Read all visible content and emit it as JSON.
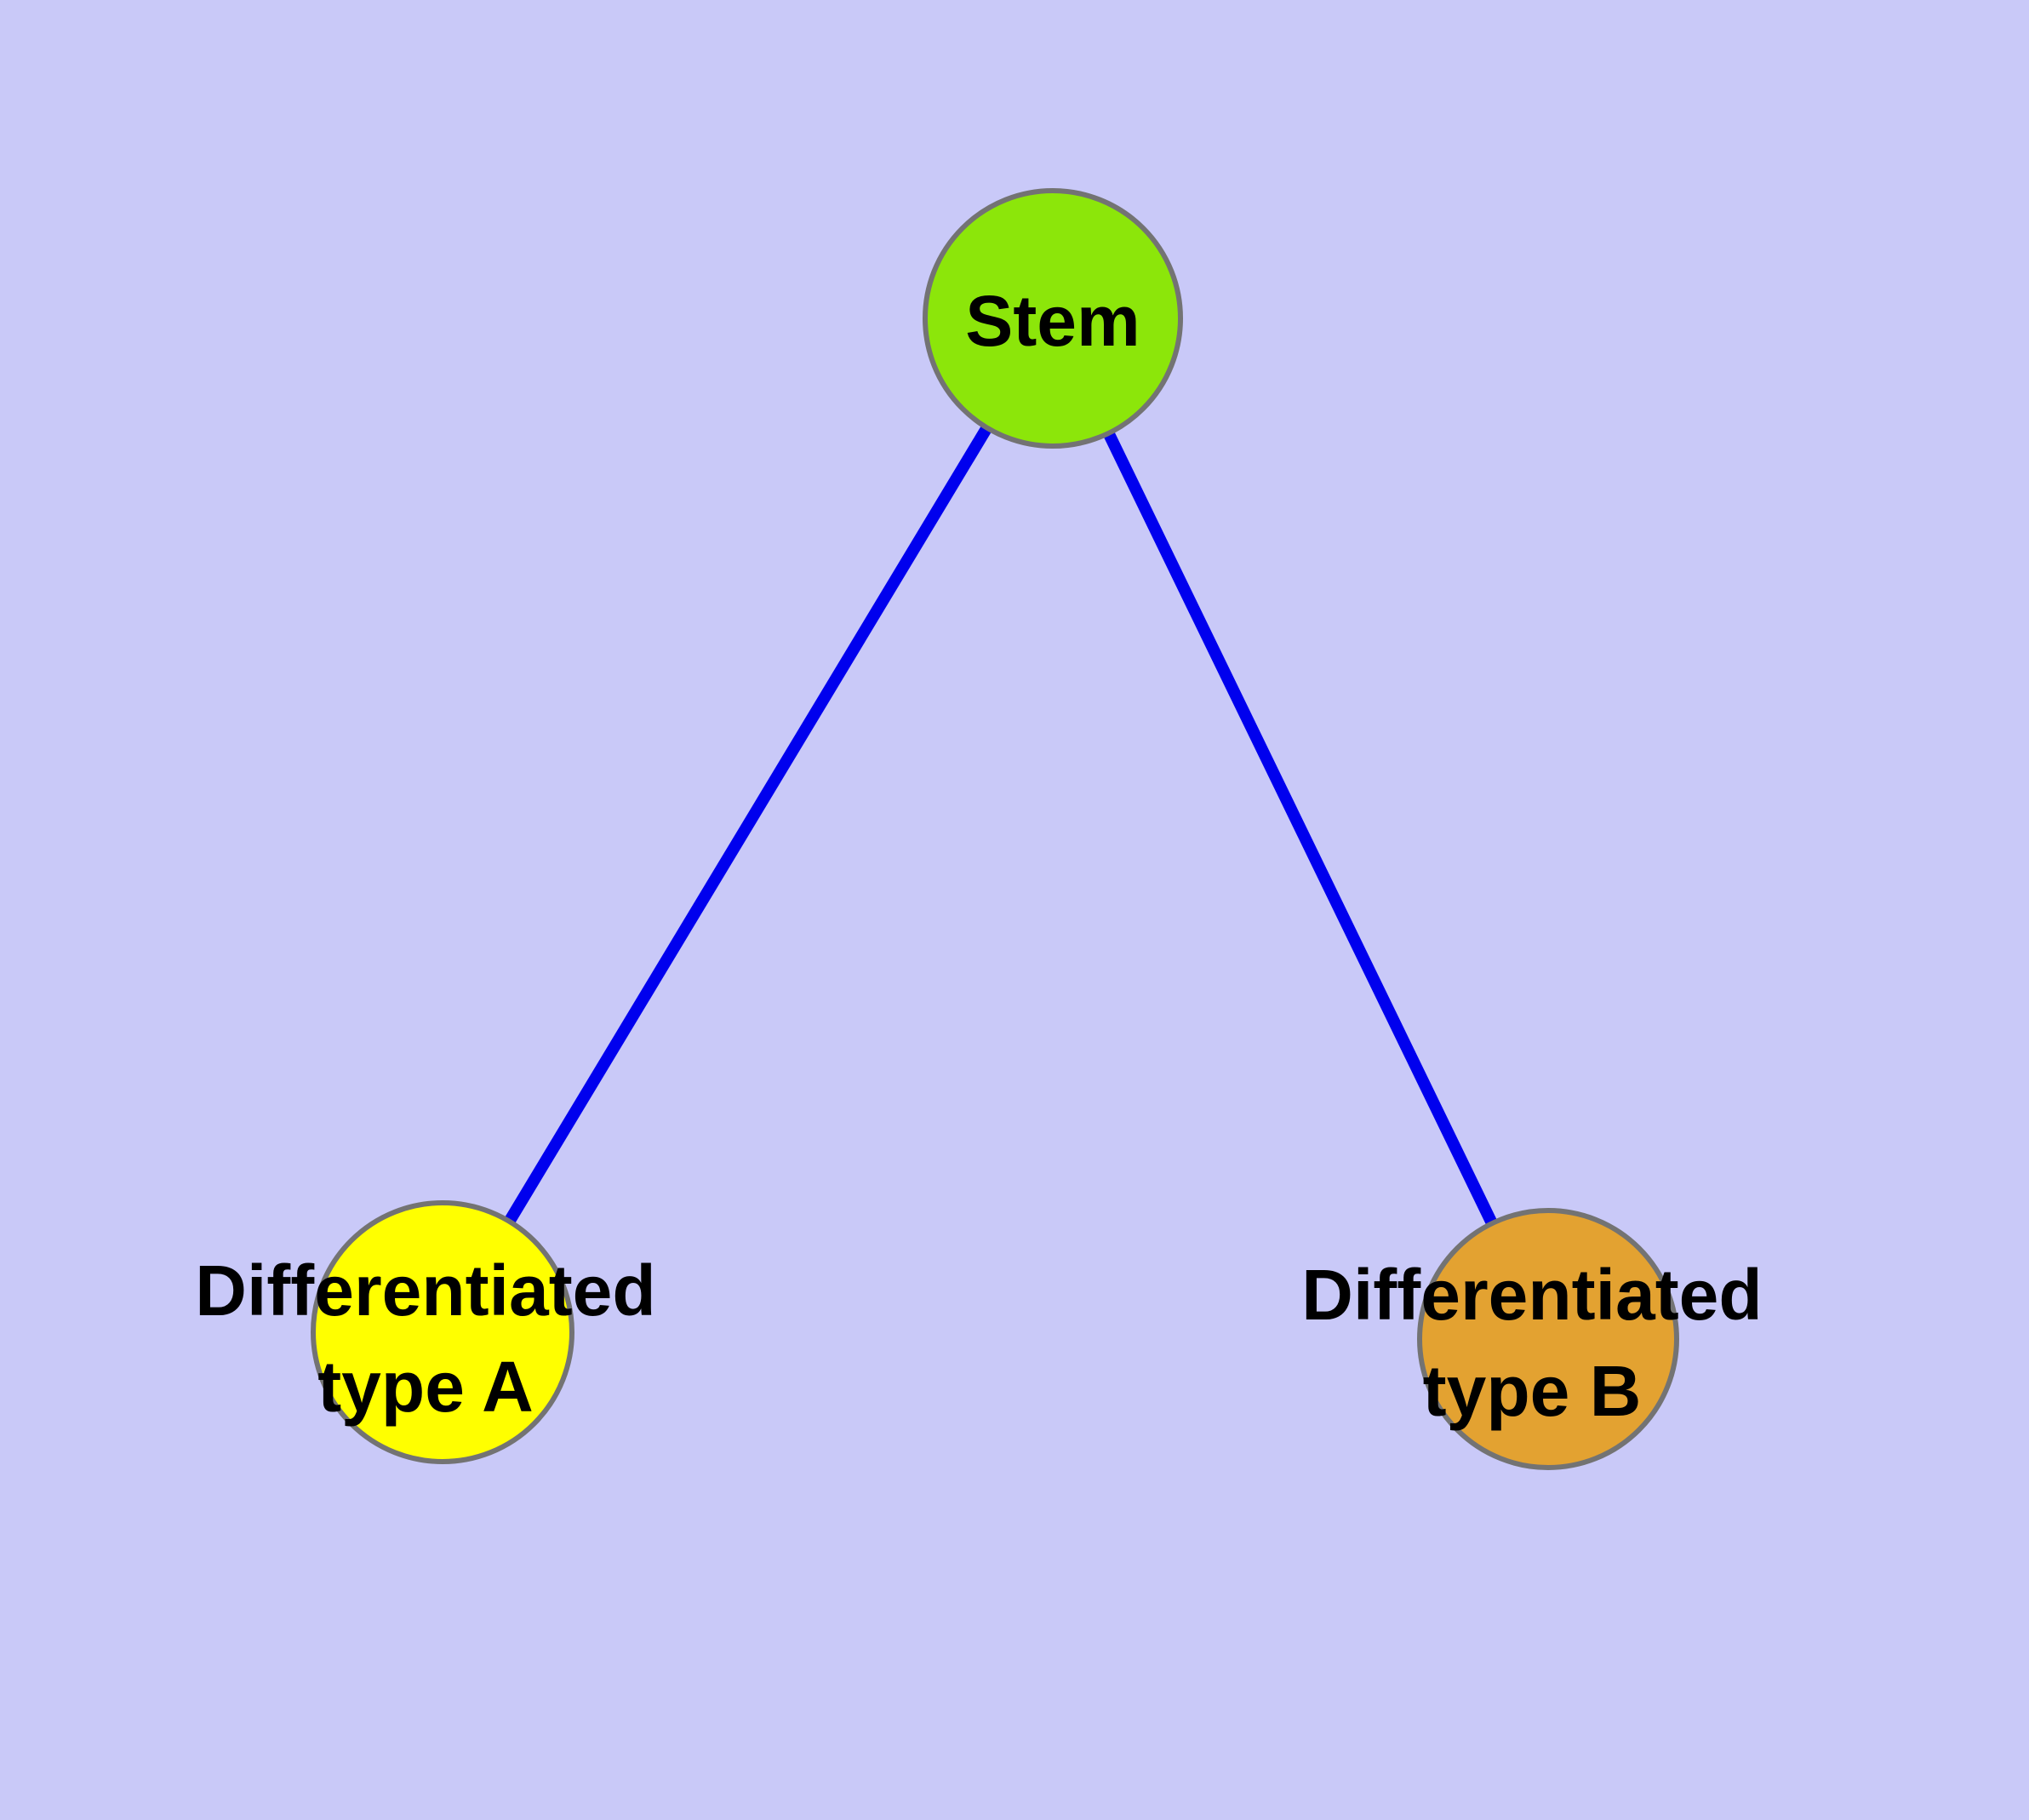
{
  "canvas": {
    "background": "#c9c9f8"
  },
  "diagram": {
    "type": "graph",
    "edge_color": "#0000ee",
    "node_stroke": "#737373",
    "nodes": {
      "stem": {
        "label": "Stem",
        "fill": "#8ce60a"
      },
      "typeA": {
        "label_line1": "Differentiated",
        "label_line2": "type A",
        "fill": "#ffff00"
      },
      "typeB": {
        "label_line1": "Differentiated",
        "label_line2": "type B",
        "fill": "#e3a231"
      }
    },
    "edges": [
      {
        "from": "Stem",
        "to": "Differentiated type A"
      },
      {
        "from": "Stem",
        "to": "Differentiated type B"
      }
    ]
  }
}
